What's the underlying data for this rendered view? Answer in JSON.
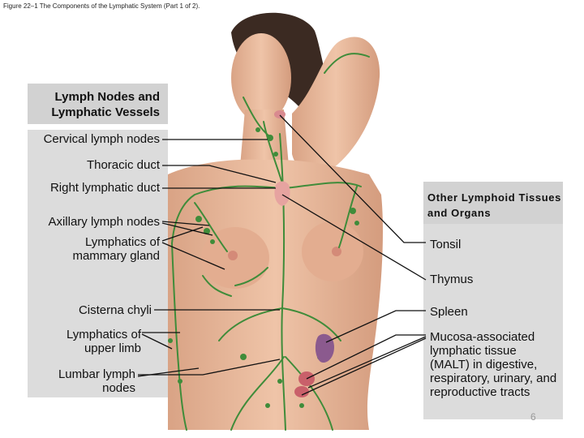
{
  "figure_title": "Figure 22–1 The Components of the Lymphatic System (Part 1 of 2).",
  "left_panel": {
    "header": "Lymph Nodes and Lymphatic Vessels",
    "labels": [
      "Cervical lymph nodes",
      "Thoracic duct",
      "Right lymphatic duct",
      "Axillary lymph nodes",
      "Lymphatics of mammary gland",
      "Cisterna chyli",
      "Lymphatics of upper limb",
      "Lumbar lymph nodes"
    ]
  },
  "right_panel": {
    "header": "Other Lymphoid Tissues and Organs",
    "labels": [
      "Tonsil",
      "Thymus",
      "Spleen",
      "Mucosa-associated lymphatic tissue (MALT) in digestive, respiratory, urinary, and reproductive tracts"
    ]
  },
  "page_number": "6",
  "colors": {
    "panel_bg": "#dcdcdc",
    "header_bg": "#d2d2d2",
    "skin": "#e7b79a",
    "lymph": "#3f8c3a",
    "hair": "#3b2a22"
  }
}
